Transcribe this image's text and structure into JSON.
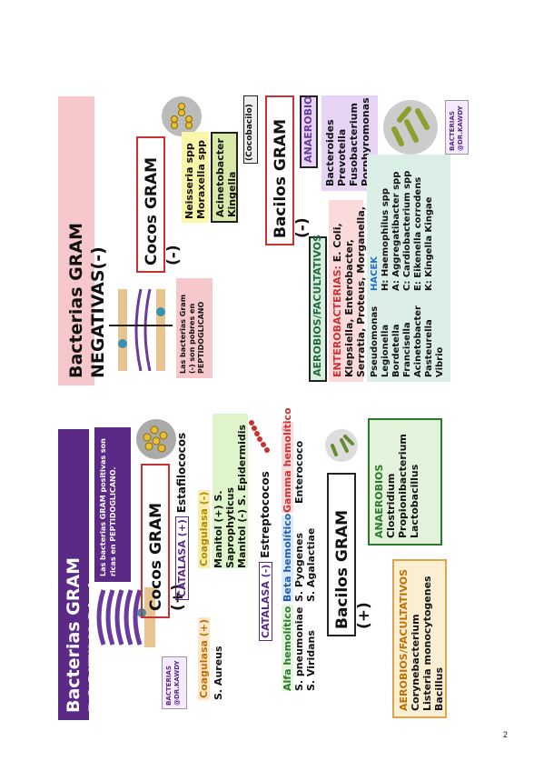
{
  "neg": {
    "title": "Bacterias GRAM NEGATIVAS(-)",
    "cocos_title": "Cocos GRAM (-)",
    "cocos_list": [
      "Neisseria spp",
      "Moraxella spp"
    ],
    "cocos_list2": [
      "Acinetobacter",
      "Kingella"
    ],
    "cocobacilo": "(Cocobacilo)",
    "wall_note": "Las bacterias Gram (-) son pobres en PEPTIDOGLICANO",
    "bacilos_title": "Bacilos GRAM (-)",
    "anaerobio_title": "ANAEROBIO",
    "anaerobio_list": [
      "Bacteroides",
      "Prevotella",
      "Fusobacterium",
      "Porphyromonas"
    ],
    "aerobios_title": "AEROBIOS/FACULTATIVOS",
    "entero_label": "ENTEROBACTERIAS:",
    "entero_text": " E. Coli, Klepsiella, Enterobacter, Serratia, Proteus, Morganella, Salmonella, Shigella, Yersinia",
    "aerobios_list": [
      "Pseudomonas",
      "Legionella",
      "Bordetella",
      "Francisella",
      "Acinetobacter",
      "Pasteurella",
      "Vibrio"
    ],
    "hacek_title": "HACEK",
    "hacek_list": [
      "H: Haemophilus spp",
      "A: Aggregatibacter spp",
      "C: Cardiobacterium spp",
      "E: Eikenella corrodens",
      "K: Kingella Kingae"
    ],
    "badge": "BACTERIAS",
    "badge_sub": "@DR.KAWDY"
  },
  "pos": {
    "title": "Bacterias GRAM POSITIVAS(+)",
    "wall_note": "Las bacterias GRAM positivas son ricas en PEPTIDOGLICANO.",
    "cocos_title": "Cocos GRAM (+)",
    "catalasa_pos": "CATALASA (+)",
    "estafilococos": "Estafilococos",
    "coag_pos": "Coagulasa (+)",
    "s_aureus": "S. Aureus",
    "coag_neg": "Coagulasa (-)",
    "manitol_pos": "Manitol (+) S. Saprophyticus",
    "manitol_neg": "Manitol (-) S. Epidermidis",
    "catalasa_neg": "CATALASA (-)",
    "estreptococos": "Estreptococos",
    "alfa": "Alfa hemolítico",
    "alfa_list": [
      "S. pneumoniae",
      "S. Viridans"
    ],
    "beta": "Beta hemolítico",
    "beta_list": [
      "S. Pyogenes",
      "S. Agalactiae"
    ],
    "gamma": "Gamma hemolítico",
    "gamma_list": [
      "Enterococo"
    ],
    "bacilos_title": "Bacilos GRAM (+)",
    "anaerobios_title": "ANAEROBIOS",
    "anaerobios_list": [
      "Clostridium",
      "Propionibacterium",
      "Lactobacillus"
    ],
    "aerobios_title": "AEROBIOS/FACULTATIVOS",
    "aerobios_list": [
      "Corynebacterium",
      "Listeria monocytogenes",
      "Bacillus"
    ],
    "badge": "BACTERIAS",
    "badge_sub": "@DR.KAWDY"
  },
  "page_number": "2"
}
